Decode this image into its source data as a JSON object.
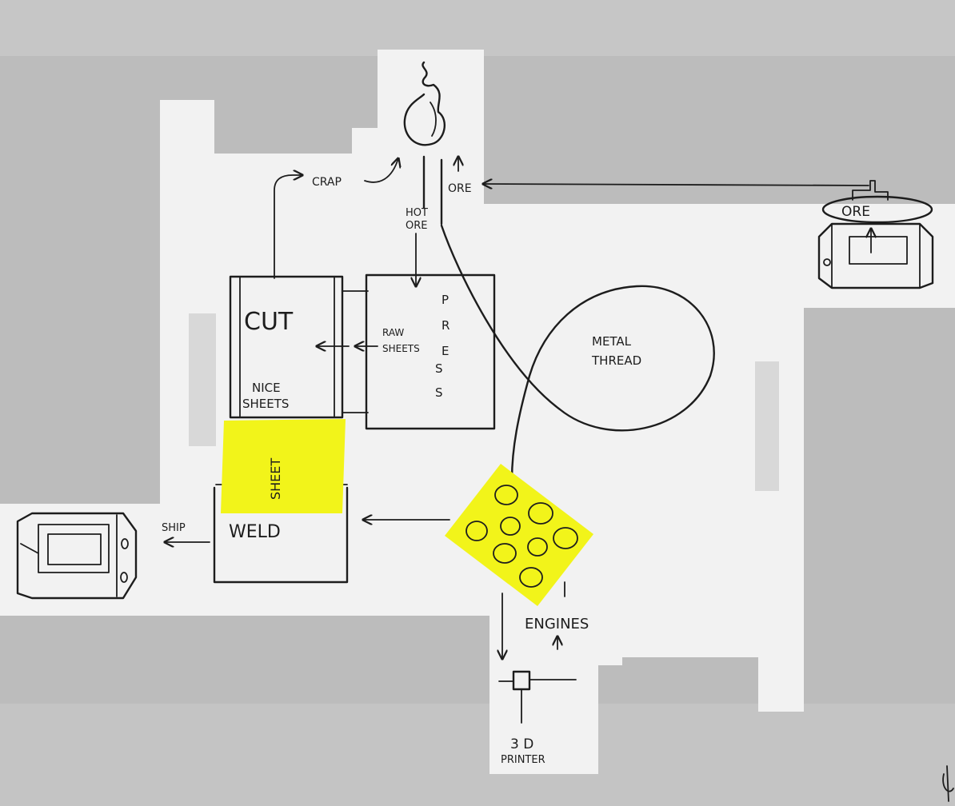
{
  "labels": {
    "crap": "CRAP",
    "ore_in": "ORE",
    "hot": "HOT",
    "ore_hot": "ORE",
    "cut": "CUT",
    "raw": "RAW",
    "sheets_raw": "SHEETS",
    "press": [
      "P",
      "R",
      "E",
      "S",
      "S"
    ],
    "nice": "NICE",
    "sheets_nice": "SHEETS",
    "sheet_note": "SHEET",
    "metal": "METAL",
    "thread": "THREAD",
    "ore_ship": "ORE",
    "ship": "SHIP",
    "weld": "WELD",
    "engines": "ENGINES",
    "printer_3d": "3 D",
    "printer": "PRINTER"
  },
  "colors": {
    "ink": "#1d1d1d",
    "sticky_note": "#f2f41a",
    "floor": "#f2f2f2",
    "background": "#b9b9b9"
  },
  "icons": [
    "flame-icon",
    "ore-ship-icon",
    "ship-icon",
    "engine-block-icon",
    "printer-node-icon"
  ]
}
